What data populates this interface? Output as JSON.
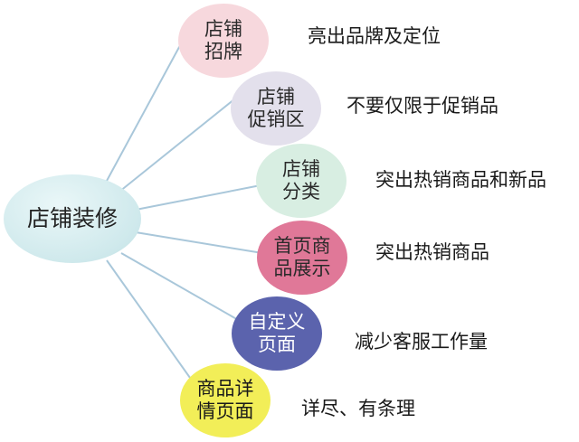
{
  "center": {
    "label": "店铺装修",
    "color": "#cfe9ec"
  },
  "branches": [
    {
      "label": "店铺\n招牌",
      "desc": "亮出品牌及定位",
      "color": "#f7d8dd",
      "text_color": "#2a2a2a"
    },
    {
      "label": "店铺\n促销区",
      "desc": "不要仅限于促销品",
      "color": "#e3e0ec",
      "text_color": "#2a2a2a"
    },
    {
      "label": "店铺\n分类",
      "desc": "突出热销商品和新品",
      "color": "#d8eee2",
      "text_color": "#2a2a2a"
    },
    {
      "label": "首页商\n品展示",
      "desc": "突出热销商品",
      "color": "#e07898",
      "text_color": "#2a2a2a"
    },
    {
      "label": "自定义\n页面",
      "desc": "减少客服工作量",
      "color": "#5b63ad",
      "text_color": "#ffffff"
    },
    {
      "label": "商品详\n情页面",
      "desc": "详尽、有条理",
      "color": "#f2ee58",
      "text_color": "#1a1a1a"
    }
  ],
  "line_color": "#a9c7da"
}
